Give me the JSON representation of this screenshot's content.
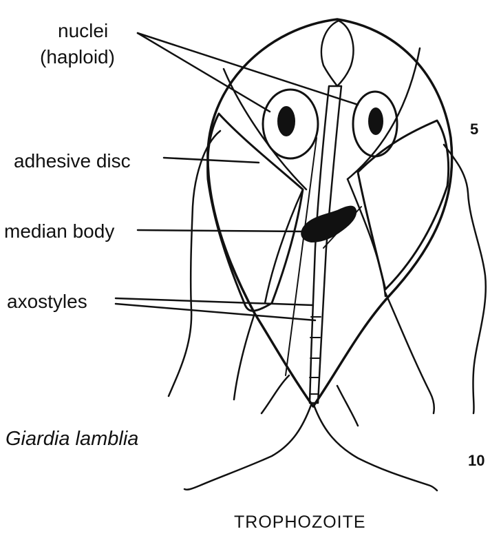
{
  "labels": {
    "nuclei": "nuclei",
    "haploid": "(haploid)",
    "adhesive_disc": "adhesive disc",
    "median_body": "median body",
    "axostyles": "axostyles",
    "species": "Giardia lamblia",
    "stage": "TROPHOZOITE"
  },
  "margin_numbers": {
    "top": "5",
    "bottom": "10"
  },
  "colors": {
    "ink": "#111111",
    "background": "#ffffff"
  }
}
